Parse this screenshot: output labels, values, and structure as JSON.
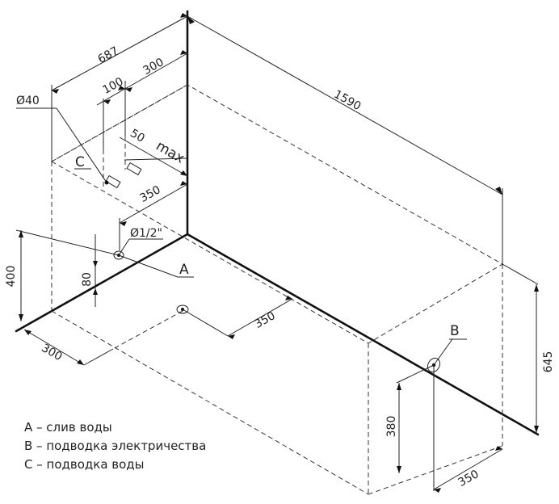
{
  "dimensions": {
    "d687": "687",
    "d300_top": "300",
    "d100": "100",
    "d_phi40": "Ø40",
    "d50": "50",
    "d_max": "max",
    "d1590": "1590",
    "d350_top": "350",
    "d_phi_half": "Ø1/2\"",
    "d400": "400",
    "d80": "80",
    "d300_bottom": "300",
    "d350_mid": "350",
    "d645": "645",
    "d380": "380",
    "d350_right": "350"
  },
  "markers": {
    "a": "A",
    "b": "B",
    "c": "C"
  },
  "legend": {
    "a": "A – слив воды",
    "b": "B – подводка электричества",
    "c": "C – подводка воды"
  }
}
